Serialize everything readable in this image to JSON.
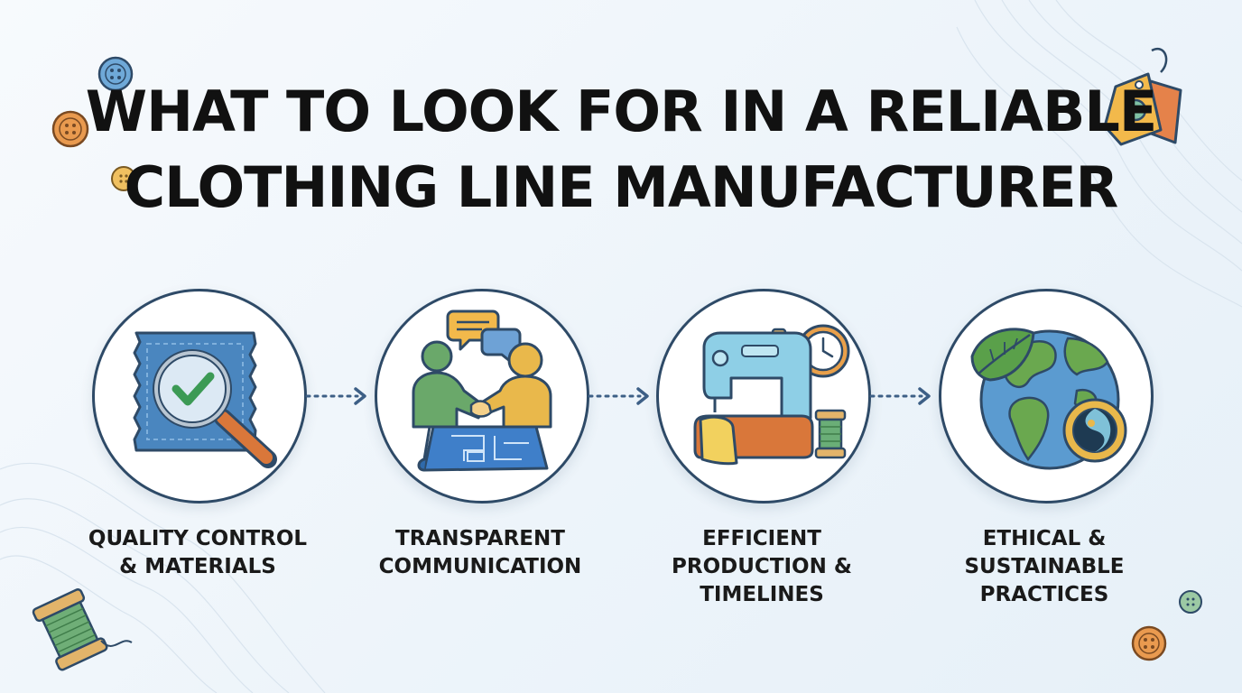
{
  "title": {
    "line1": "WHAT TO LOOK FOR IN A RELIABLE",
    "line2": "CLOTHING LINE MANUFACTURER"
  },
  "steps": [
    {
      "icon": "magnifier-fabric-icon",
      "line1": "QUALITY CONTROL",
      "line2": "& MATERIALS",
      "line3": ""
    },
    {
      "icon": "handshake-blueprint-icon",
      "line1": "TRANSPARENT",
      "line2": "COMMUNICATION",
      "line3": ""
    },
    {
      "icon": "sewing-machine-clock-icon",
      "line1": "EFFICIENT",
      "line2": "PRODUCTION &",
      "line3": "TIMELINES"
    },
    {
      "icon": "globe-leaf-icon",
      "line1": "ETHICAL &",
      "line2": "SUSTAINABLE",
      "line3": "PRACTICES"
    }
  ],
  "colors": {
    "outline": "#2e4a67",
    "arrow": "#3d5f86",
    "fabric_blue": "#4a86bf",
    "check_green": "#3c9a55",
    "handle_orange": "#d9773a",
    "person_green": "#6aa86a",
    "person_yellow": "#e9b84b",
    "machine_blue": "#8ecfe6",
    "globe_blue": "#5b9bd0",
    "land_green": "#6aa84f"
  }
}
